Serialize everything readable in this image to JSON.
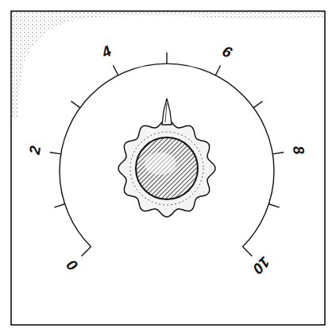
{
  "diagram": {
    "labels": [
      "0",
      "2",
      "4",
      "6",
      "8",
      "10"
    ]
  }
}
